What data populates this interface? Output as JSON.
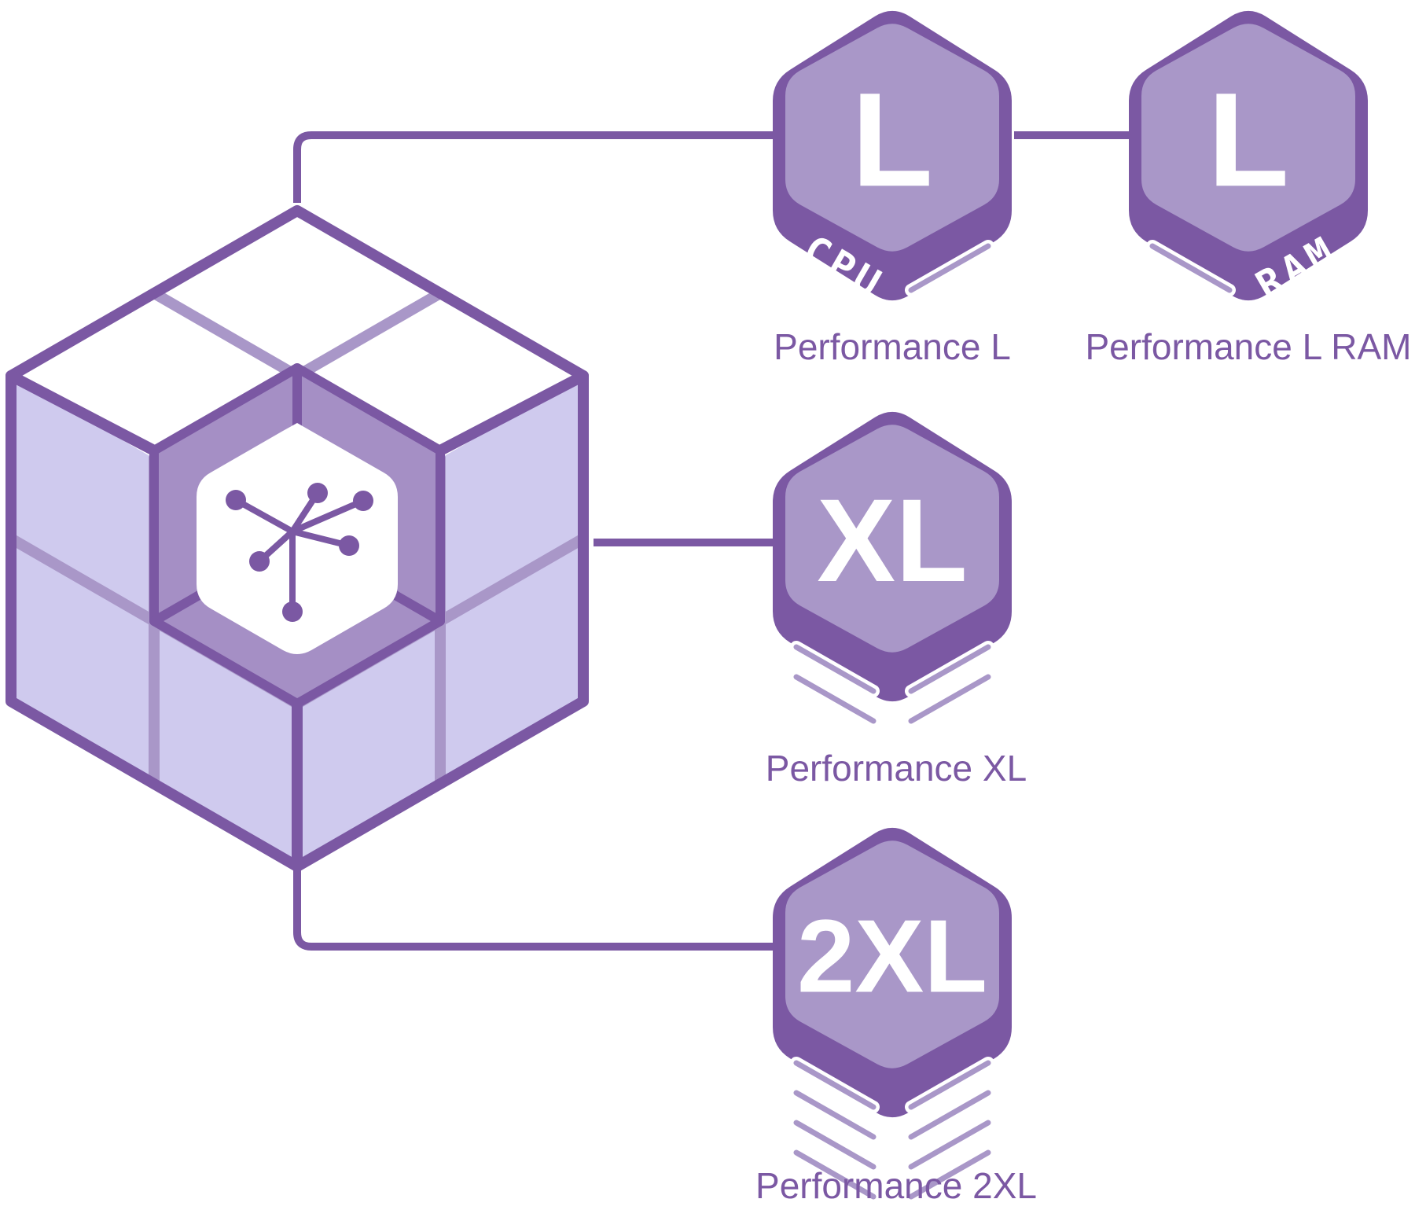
{
  "colors": {
    "outline": "#7b58a3",
    "badge_fill": "#a997c8",
    "cube_side": "#cfcaee",
    "cube_top": "#ffffff",
    "center_core": "#a58fc5",
    "divider": "#a997c8",
    "label_text": "#7b58a3"
  },
  "hub": {
    "name": "cube",
    "icon": "network-nodes-icon"
  },
  "badges": [
    {
      "id": "perf-l",
      "size_text": "L",
      "sub_text": "CPU",
      "caption": "Performance L",
      "indicator_bars": 1
    },
    {
      "id": "perf-l-ram",
      "size_text": "L",
      "sub_text": "RAM",
      "caption": "Performance L RAM",
      "indicator_bars": 1
    },
    {
      "id": "perf-xl",
      "size_text": "XL",
      "sub_text": "",
      "caption": "Performance XL",
      "indicator_bars": 4
    },
    {
      "id": "perf-2xl",
      "size_text": "2XL",
      "sub_text": "",
      "caption": "Performance 2XL",
      "indicator_bars": 8
    }
  ]
}
